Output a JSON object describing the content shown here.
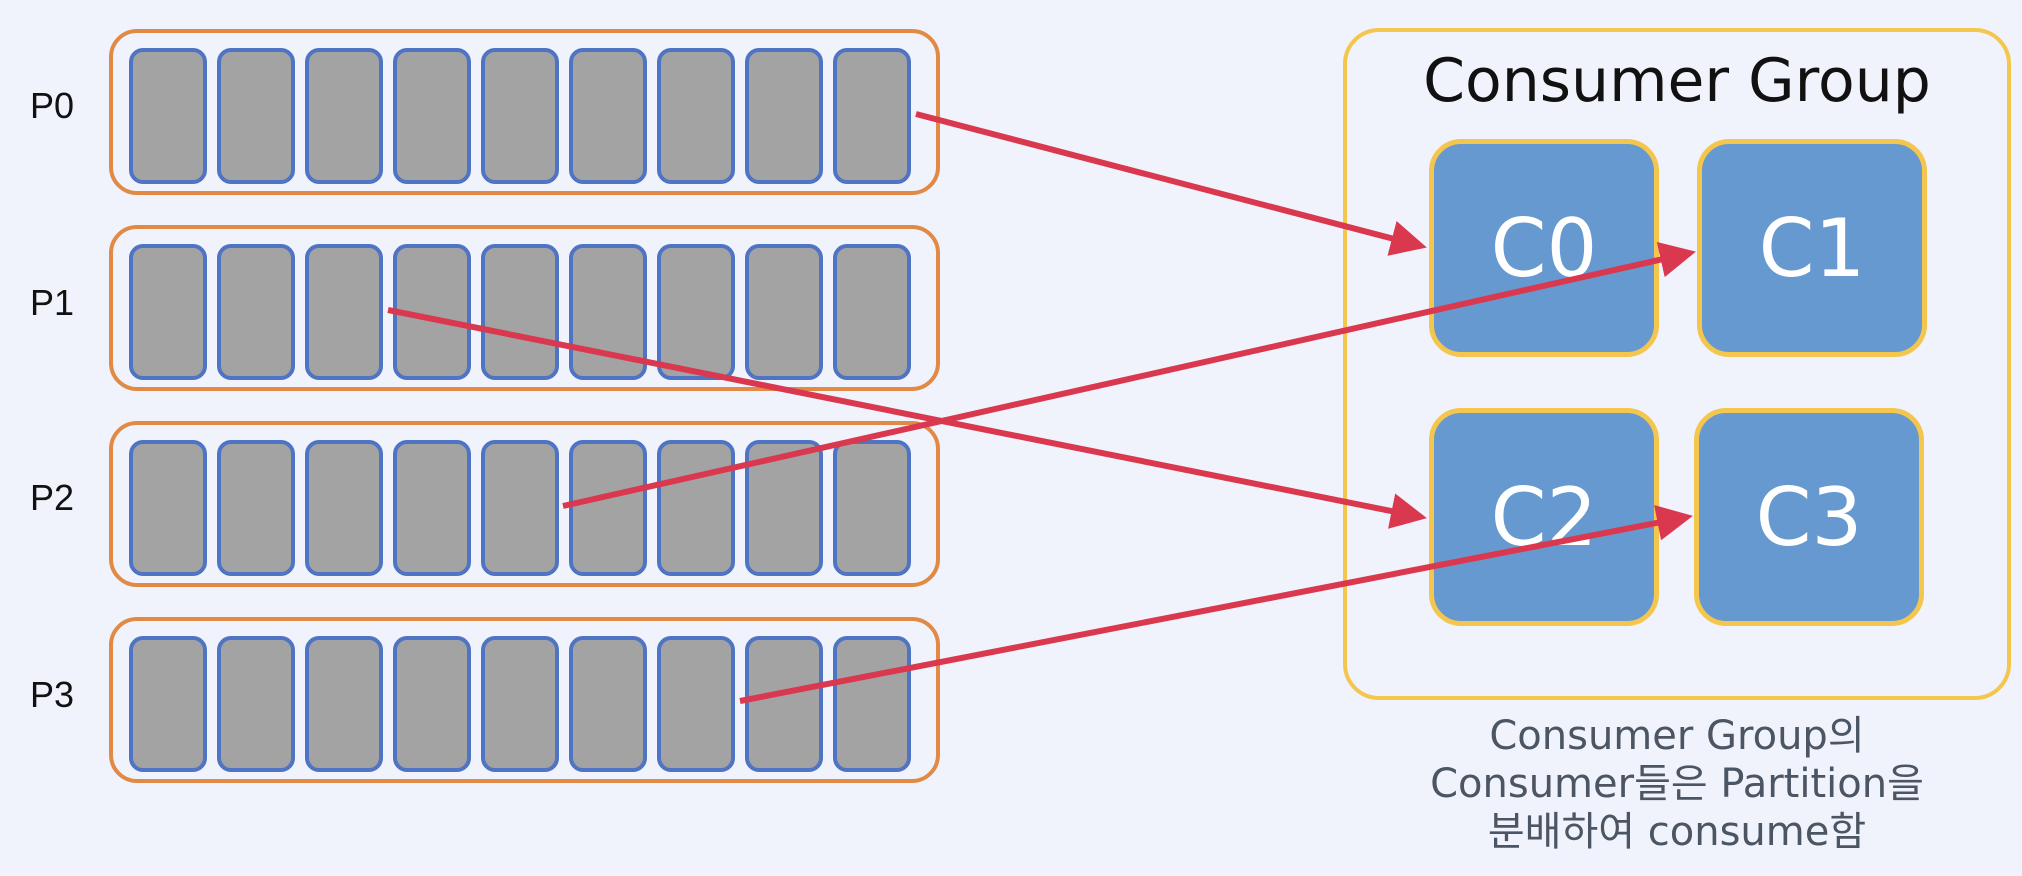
{
  "partitions": [
    {
      "label": "P0",
      "record_count": 9
    },
    {
      "label": "P1",
      "record_count": 9
    },
    {
      "label": "P2",
      "record_count": 9
    },
    {
      "label": "P3",
      "record_count": 9
    }
  ],
  "consumer_group": {
    "title": "Consumer Group",
    "consumers": [
      "C0",
      "C1",
      "C2",
      "C3"
    ]
  },
  "caption": {
    "line1": "Consumer Group의",
    "line2": "Consumer들은 Partition을",
    "line3": "분배하여 consume함"
  },
  "assignments": [
    {
      "partition": "P0",
      "consumer": "C0"
    },
    {
      "partition": "P1",
      "consumer": "C2"
    },
    {
      "partition": "P2",
      "consumer": "C1"
    },
    {
      "partition": "P3",
      "consumer": "C3"
    }
  ],
  "colors": {
    "background": "#f0f3fb",
    "partition_border": "#e08a45",
    "record_fill": "#a3a3a3",
    "record_border": "#4f74c4",
    "group_border": "#f4c64e",
    "consumer_fill": "#6699cf",
    "arrow": "#d9384f"
  }
}
